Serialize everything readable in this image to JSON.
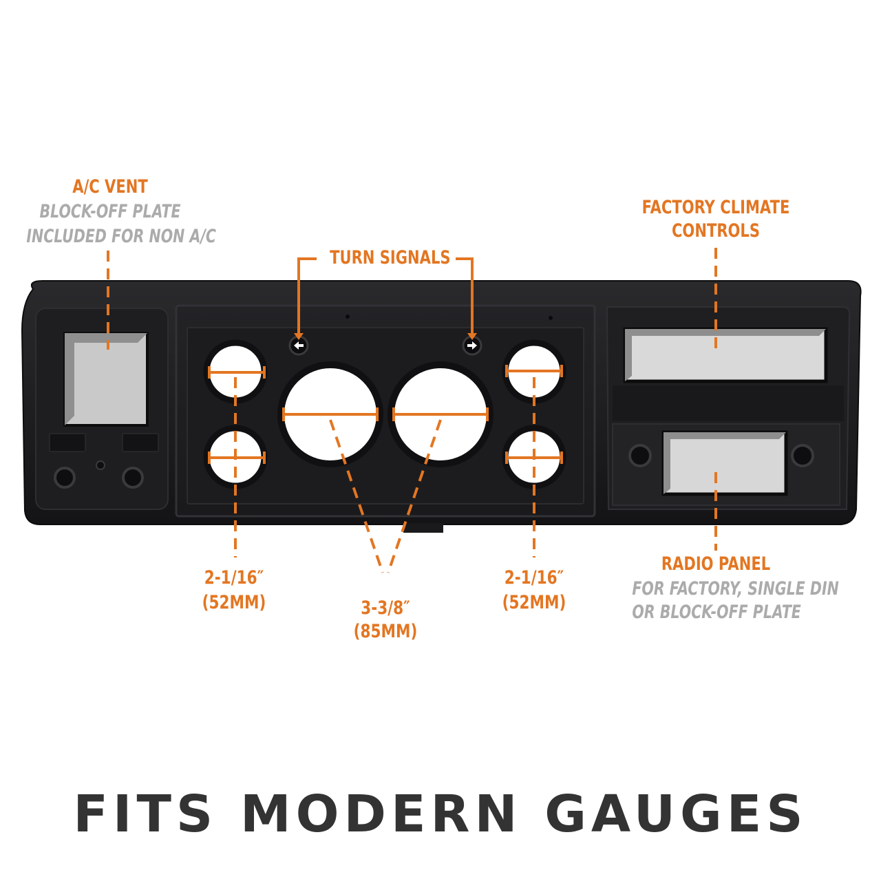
{
  "colors": {
    "accent": "#e37622",
    "muted_text": "#ababab",
    "headline": "#333333",
    "panel": "#1b1b1d"
  },
  "labels": {
    "ac_vent": {
      "title": "A/C VENT",
      "note_line1": "BLOCK-OFF PLATE",
      "note_line2": "INCLUDED FOR NON A/C"
    },
    "turn_signals": {
      "title": "TURN SIGNALS"
    },
    "climate": {
      "line1": "FACTORY CLIMATE",
      "line2": "CONTROLS"
    },
    "radio": {
      "title": "RADIO PANEL",
      "note_line1": "FOR FACTORY, SINGLE DIN",
      "note_line2": "OR BLOCK-OFF PLATE"
    },
    "small_gauge_left": {
      "line1": "2-1/16″",
      "line2": "(52MM)"
    },
    "large_gauge": {
      "line1": "3-3/8″",
      "line2": "(85MM)"
    },
    "small_gauge_right": {
      "line1": "2-1/16″",
      "line2": "(52MM)"
    }
  },
  "headline": "FITS MODERN GAUGES",
  "icons": {
    "turn_left": "arrow-left-icon",
    "turn_right": "arrow-right-icon"
  }
}
